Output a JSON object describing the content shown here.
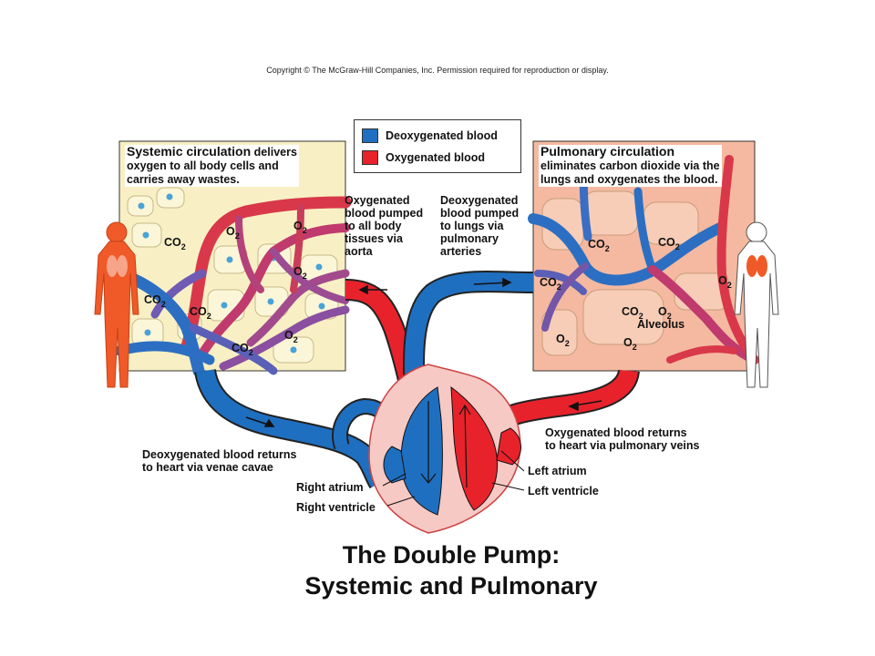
{
  "copyright": "Copyright © The McGraw-Hill Companies, Inc. Permission required for reproduction or display.",
  "legend": {
    "deoxygenated": "Deoxygenated blood",
    "oxygenated": "Oxygenated blood"
  },
  "colors": {
    "deoxygenated": "#1f6fc0",
    "oxygenated": "#e8222b",
    "tissue": "#f8f0c4",
    "alveolus": "#f4b9a0",
    "body": "#f05a28",
    "heart_bg": "#f7c9c4"
  },
  "systemic": {
    "lead": "Systemic circulation",
    "rest1": "delivers",
    "line2": "oxygen to all body cells and",
    "line3": "carries away wastes."
  },
  "pulmonary": {
    "lead": "Pulmonary circulation",
    "line2": "eliminates carbon dioxide via the",
    "line3": "lungs and oxygenates the blood."
  },
  "labels": {
    "aorta": [
      "Oxygenated",
      "blood pumped",
      "to all body",
      "tissues via",
      "aorta"
    ],
    "pulm_arteries": [
      "Deoxygenated",
      "blood pumped",
      "to lungs via",
      "pulmonary",
      "arteries"
    ],
    "pulm_veins": [
      "Oxygenated blood returns",
      "to heart via pulmonary veins"
    ],
    "venae_cavae": [
      "Deoxygenated blood returns",
      "to heart via venae cavae"
    ],
    "right_atrium": "Right atrium",
    "right_ventricle": "Right ventricle",
    "left_atrium": "Left atrium",
    "left_ventricle": "Left ventricle",
    "alveolus": "Alveolus"
  },
  "gases": {
    "co2": "CO",
    "o2": "O",
    "sub2": "2"
  },
  "title": {
    "line1": "The Double Pump:",
    "line2": "Systemic and Pulmonary"
  }
}
